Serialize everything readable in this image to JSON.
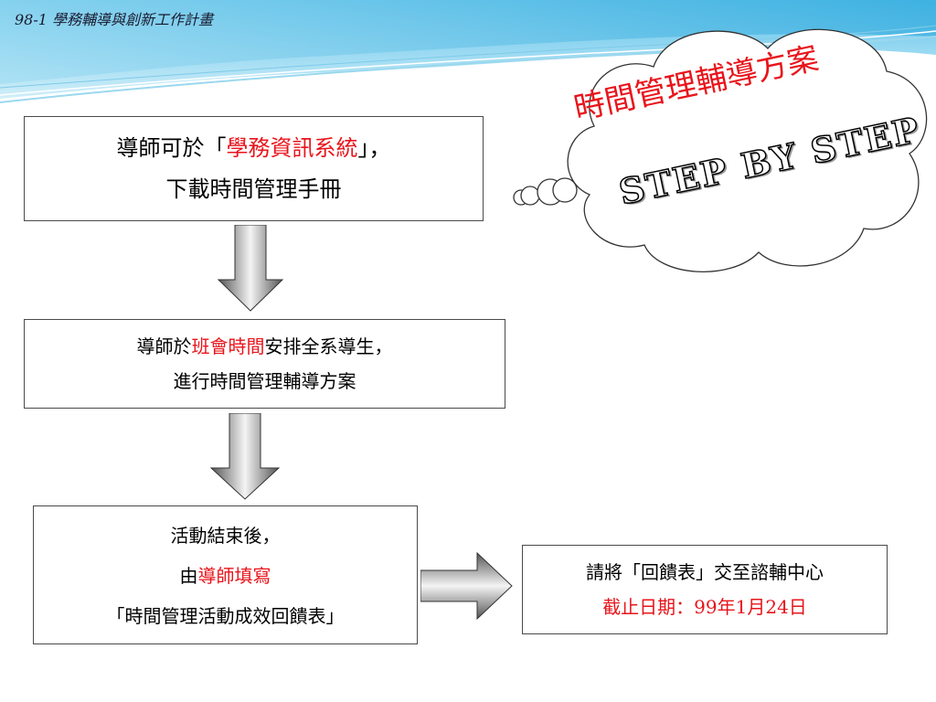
{
  "header": {
    "title": "98-1 學務輔導與創新工作計畫"
  },
  "cloud": {
    "title": "時間管理輔導方案",
    "subtitle": "STEP BY STEP"
  },
  "steps": [
    {
      "line1_pre": "導師可於「",
      "line1_hl": "學務資訊系統",
      "line1_post": "」，",
      "line2": "下載時間管理手冊"
    },
    {
      "line1_pre": "導師於",
      "line1_hl": "班會時間",
      "line1_post": "安排全系導生，",
      "line2": "進行時間管理輔導方案"
    },
    {
      "line1": "活動結束後，",
      "line2_pre": "由",
      "line2_hl": "導師填寫",
      "line3": "「時間管理活動成效回饋表」"
    },
    {
      "line1": "請將「回饋表」交至諮輔中心",
      "line2": "截止日期：99年1月24日"
    }
  ],
  "colors": {
    "highlight": "#e8141b",
    "border": "#4a4a4a",
    "wave": "#5ec3e8"
  }
}
